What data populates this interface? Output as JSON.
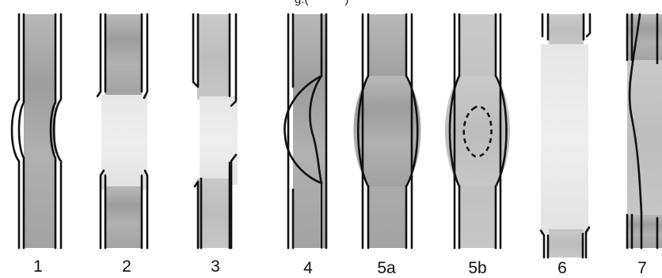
{
  "header_fragment": "g.(",
  "header_fragment2": ") ",
  "diagrams": [
    {
      "label": "1"
    },
    {
      "label": "2"
    },
    {
      "label": "3"
    },
    {
      "label": "4"
    },
    {
      "label": "5a"
    },
    {
      "label": "5b"
    },
    {
      "label": "6"
    },
    {
      "label": "7"
    }
  ]
}
